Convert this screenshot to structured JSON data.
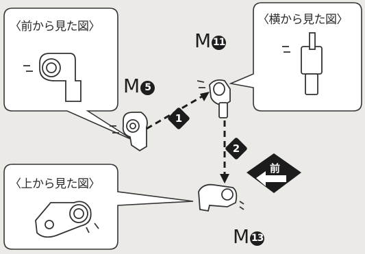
{
  "views": {
    "front": "〈前から見た図〉",
    "side": "〈横から見た図〉",
    "top": "〈上から見た図〉"
  },
  "parts": {
    "m5": {
      "prefix": "M",
      "number": "5"
    },
    "m11": {
      "prefix": "M",
      "number": "11"
    },
    "m13": {
      "prefix": "M",
      "number": "13"
    }
  },
  "steps": {
    "one": "1",
    "two": "2"
  },
  "direction": {
    "label": "前"
  }
}
